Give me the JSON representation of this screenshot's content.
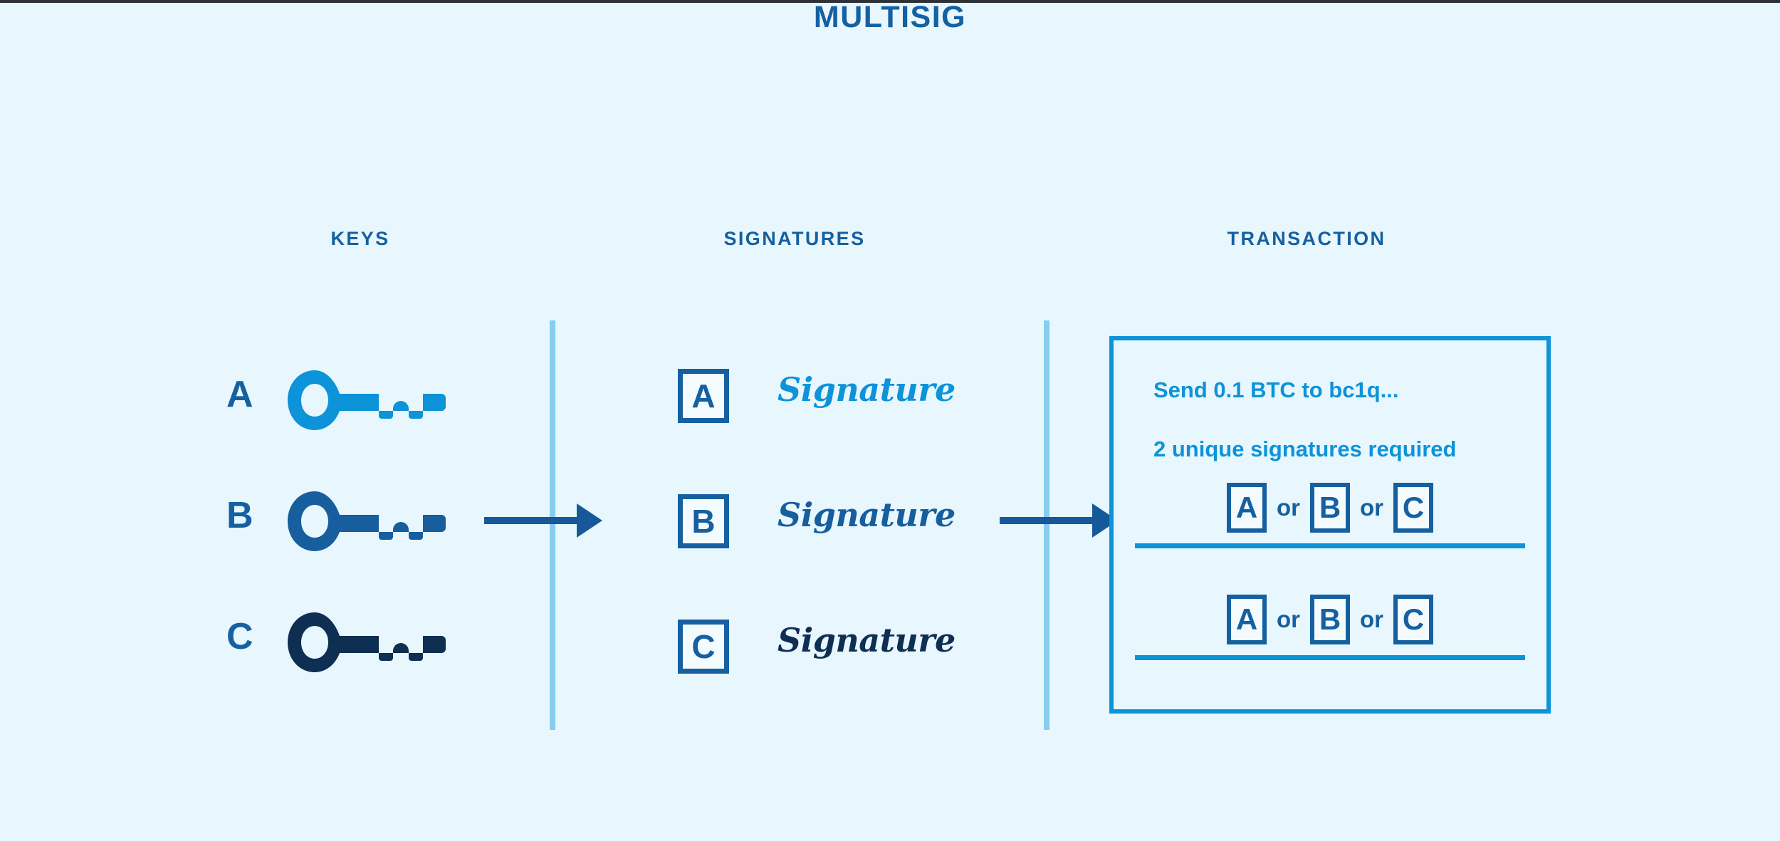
{
  "title": "MULTISIG",
  "theme": {
    "background": "#e8f6fd",
    "title_color": "#1560a0",
    "header_color": "#1560a0",
    "divider_color": "#86cdee",
    "arrow_color": "#15599b",
    "accent_bright": "#0d93d8",
    "accent_medium": "#1560a0",
    "accent_dark": "#0e2e52"
  },
  "columns": {
    "keys": "KEYS",
    "signatures": "SIGNATURES",
    "transaction": "TRANSACTION"
  },
  "keys": [
    {
      "label": "A",
      "color": "#0d93d8",
      "icon": "key-icon"
    },
    {
      "label": "B",
      "color": "#165e9e",
      "icon": "key-icon"
    },
    {
      "label": "C",
      "color": "#0e2e52",
      "icon": "key-icon"
    }
  ],
  "signatures": [
    {
      "label": "A",
      "word": "Signature",
      "color": "#0d93d8"
    },
    {
      "label": "B",
      "word": "Signature",
      "color": "#165e9e"
    },
    {
      "label": "C",
      "word": "Signature",
      "color": "#0e2e52"
    }
  ],
  "transaction": {
    "send_line": "Send 0.1 BTC to bc1q...",
    "requirement_line": "2 unique signatures required",
    "separator": "or",
    "slots": [
      {
        "options": [
          "A",
          "B",
          "C"
        ]
      },
      {
        "options": [
          "A",
          "B",
          "C"
        ]
      }
    ]
  }
}
